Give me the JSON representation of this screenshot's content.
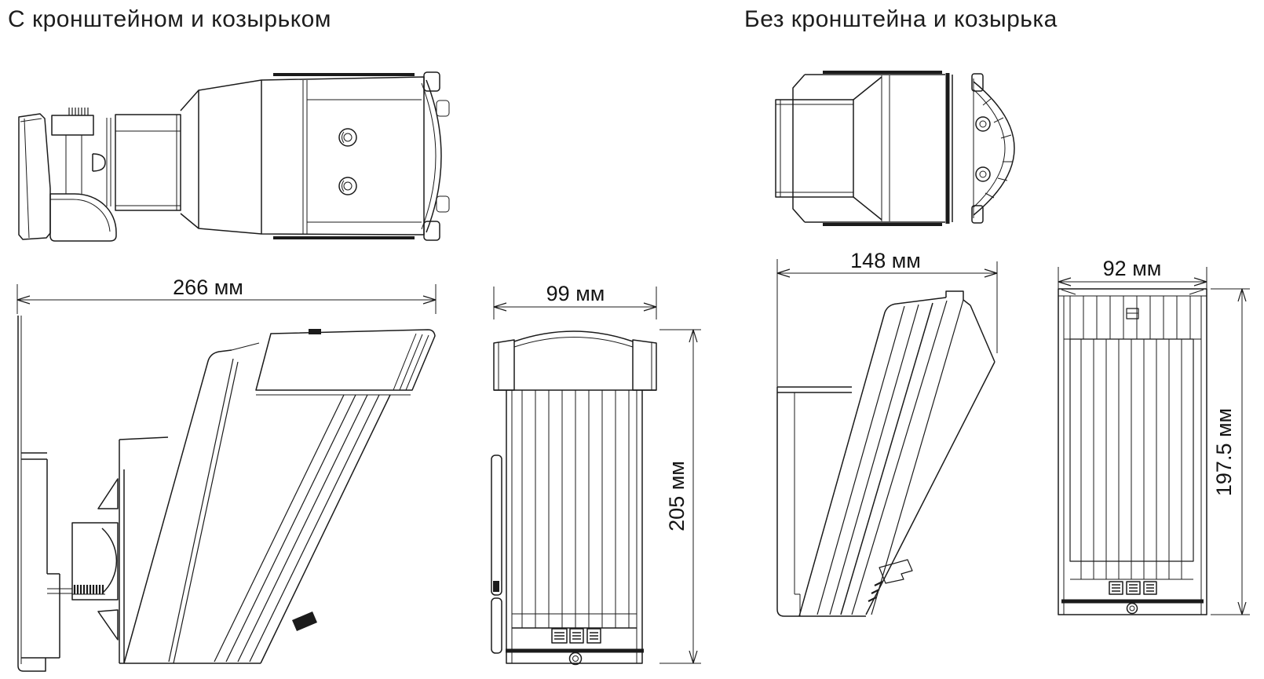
{
  "colors": {
    "background": "#ffffff",
    "line": "#1b1b1b"
  },
  "sections": [
    {
      "title": "С кронштейном и козырьком",
      "dimensions": {
        "depth": "266 мм",
        "width": "99 мм",
        "height": "205 мм"
      }
    },
    {
      "title": "Без кронштейна и козырька",
      "dimensions": {
        "depth": "148 мм",
        "width": "92 мм",
        "height": "197.5 мм"
      }
    }
  ],
  "views": {
    "left": [
      "top-view-with-bracket",
      "side-view-with-bracket",
      "front-view-with-visor"
    ],
    "right": [
      "top-view-without-bracket",
      "side-view-without-bracket",
      "front-view-without-visor"
    ]
  }
}
